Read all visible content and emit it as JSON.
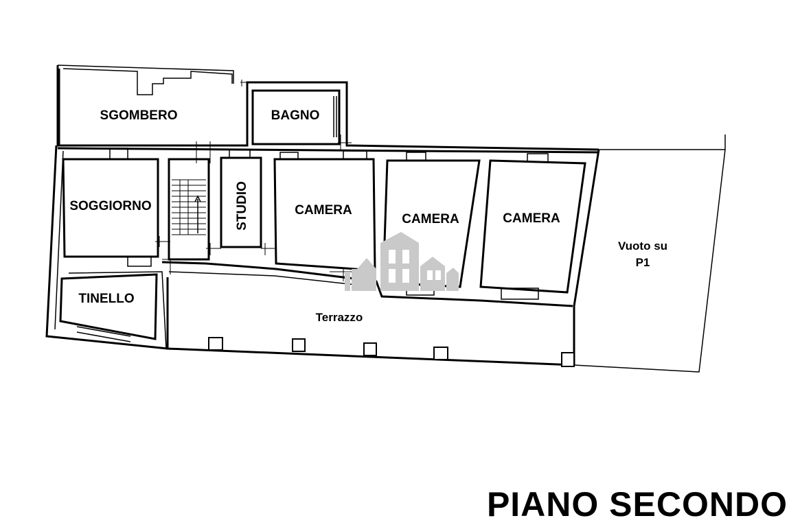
{
  "title": "PIANO SECONDO",
  "rooms": {
    "sgombero": "SGOMBERO",
    "bagno": "BAGNO",
    "soggiorno": "SOGGIORNO",
    "studio": "STUDIO",
    "camera_1": "CAMERA",
    "camera_2": "CAMERA",
    "camera_3": "CAMERA",
    "tinello": "TINELLO"
  },
  "areas": {
    "terrazzo": "Terrazzo",
    "vuoto_line1": "Vuoto su",
    "vuoto_line2": "P1"
  }
}
